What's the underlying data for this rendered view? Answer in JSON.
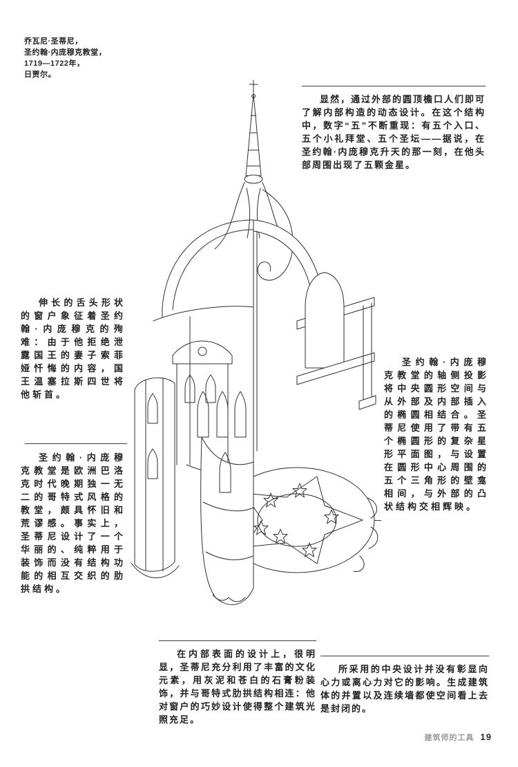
{
  "captions": {
    "credit": "乔瓦尼·圣蒂尼，\n圣约翰·内庞穆克教堂，\n1719—1722年，\n日贾尔。",
    "top_right": "显然，通过外部的圆顶檐口人们即可了解内部构造的动态设计。在这个结构中，数字“五”不断重现：有五个入口、五个小礼拜堂、五个圣坛——据说，在圣约翰·内庞穆克升天的那一刻，在他头部周围出现了五颗金星。",
    "left_upper": "伸长的舌头形状的窗户象征着圣约翰·内庞穆克的殉难：由于他拒绝泄露国王的妻子索菲娅忏悔的内容，国王温塞拉斯四世将他斩首。",
    "left_lower": "圣约翰·内庞穆克教堂是欧洲巴洛克时代晚期独一无二的哥特式风格的教堂，颇具怀旧和荒谬感。事实上，圣蒂尼设计了一个华丽的、纯粹用于装饰而没有结构功能的相互交织的肋拱结构。",
    "right_middle": "圣约翰·内庞穆克教堂的轴侧投影将中央圆形空间与从外部及内部插入的椭圆相结合。圣蒂尼使用了带有五个椭圆形的复杂星形平面图，与设置在圆形中心周围的五个三角形的壁龛相间，与外部的凸状结构交相辉映。",
    "bottom_center": "在内部表面的设计上，很明显，圣蒂尼充分利用了丰富的文化元素，用灰泥和苍白的石膏粉装饰，并与哥特式肋拱结构相连：他对窗户的巧妙设计使得整个建筑光照充足。",
    "bottom_right": "所采用的中央设计并没有彰显向心力或离心力对它的影响。生成建筑体的并置以及连续墙都使空间看上去是封闭的。"
  },
  "footer": {
    "book_title": "建筑师的工具",
    "page_number": "19"
  }
}
